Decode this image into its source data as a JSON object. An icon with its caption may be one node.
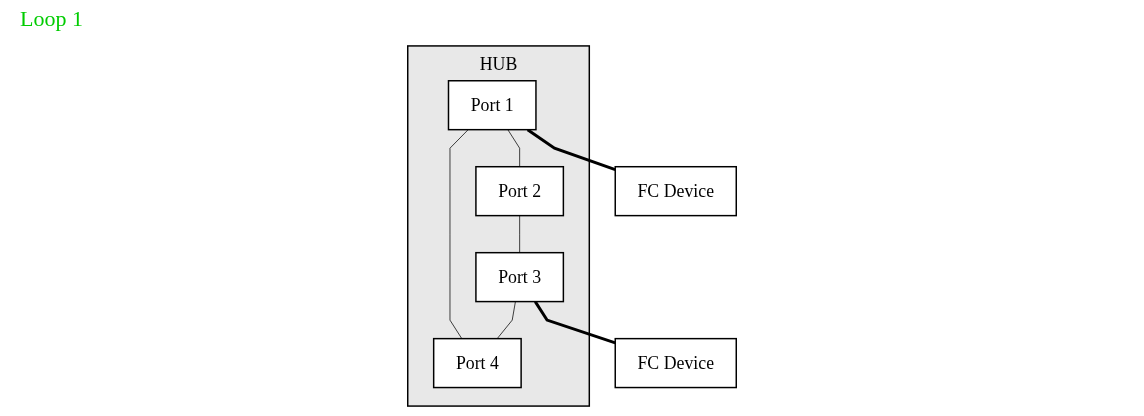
{
  "diagram": {
    "nodes": [
      {
        "text": [
          "HUB"
        ]
      },
      {
        "text": [
          "Port 1"
        ],
        "in": 0
      },
      {
        "text": [
          "Port 2"
        ],
        "in": 0
      },
      {
        "text": [
          "Port 3"
        ],
        "in": 0
      },
      {
        "text": [
          "Port 4"
        ],
        "in": 0
      },
      {
        "text": [
          "FC Device"
        ]
      },
      {
        "text": [
          "FC Device"
        ]
      }
    ],
    "edges": [
      {
        "from": 1,
        "to": 2,
        "arrow": "none"
      },
      {
        "from": 2,
        "to": 3,
        "arrow": "none"
      },
      {
        "from": 3,
        "to": 4,
        "arrow": "none"
      },
      {
        "from": 4,
        "to": 1,
        "arrow": "none"
      },
      {
        "from": 1,
        "to": 5,
        "arrow": "none",
        "style": "thick"
      },
      {
        "from": 3,
        "to": 6,
        "arrow": "none",
        "style": "thick"
      }
    ],
    "labels": [
      "Loop 1"
    ]
  }
}
